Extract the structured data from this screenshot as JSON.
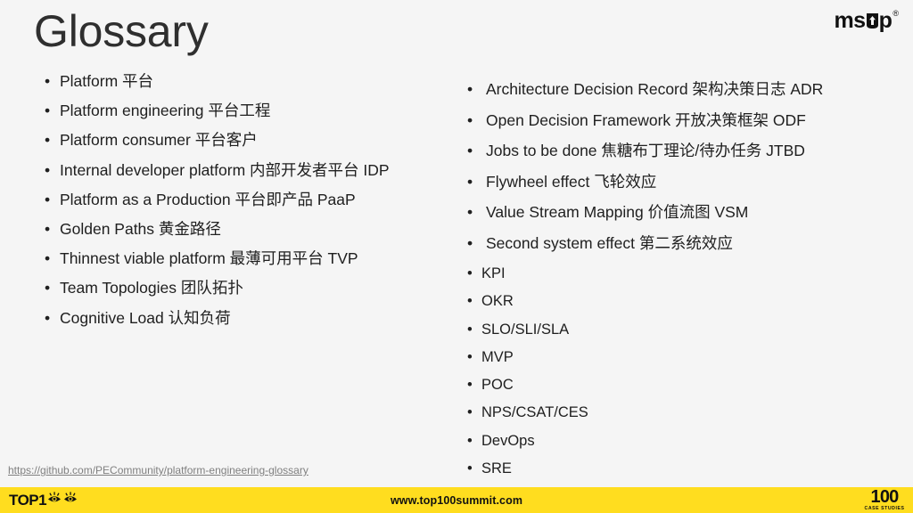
{
  "slide": {
    "title": "Glossary",
    "background_color": "#f5f5f5",
    "accent_color": "#ffdd1f"
  },
  "brand": {
    "wordmark_start": "ms",
    "wordmark_end": "p",
    "u_arrow_icon": "up-arrow-icon",
    "registered_mark": "®"
  },
  "left_column": {
    "bullet_glyph": "•",
    "items": [
      {
        "text": "Platform 平台"
      },
      {
        "text": "Platform engineering 平台工程"
      },
      {
        "text": "Platform consumer 平台客户"
      },
      {
        "text": "Internal developer platform 内部开发者平台 IDP"
      },
      {
        "text": "Platform as a Production 平台即产品 PaaP"
      },
      {
        "text": "Golden Paths 黄金路径"
      },
      {
        "text": "Thinnest viable platform 最薄可用平台 TVP"
      },
      {
        "text": "Team Topologies 团队拓扑"
      },
      {
        "text": "Cognitive Load 认知负荷"
      }
    ]
  },
  "right_column_concepts": {
    "bullet_glyph": "•",
    "items": [
      {
        "text": "Architecture Decision Record 架构决策日志 ADR"
      },
      {
        "text": "Open Decision Framework 开放决策框架 ODF"
      },
      {
        "text": "Jobs to be done 焦糖布丁理论/待办任务 JTBD"
      },
      {
        "text": "Flywheel effect 飞轮效应"
      },
      {
        "text": "Value Stream Mapping 价值流图 VSM"
      },
      {
        "text": "Second system effect 第二系统效应"
      }
    ]
  },
  "right_column_acronyms": {
    "bullet_glyph": "•",
    "items": [
      {
        "text": "KPI"
      },
      {
        "text": "OKR"
      },
      {
        "text": "SLO/SLI/SLA"
      },
      {
        "text": "MVP"
      },
      {
        "text": "POC"
      },
      {
        "text": "NPS/CSAT/CES"
      },
      {
        "text": "DevOps"
      },
      {
        "text": "SRE"
      }
    ]
  },
  "source": {
    "url": "https://github.com/PECommunity/platform-engineering-glossary"
  },
  "footer": {
    "left_label": "TOP1",
    "eyes_icon": "eyes-icon",
    "center_text": "www.top100summit.com",
    "right_number": "100",
    "right_sub": "CASE STUDIES"
  }
}
